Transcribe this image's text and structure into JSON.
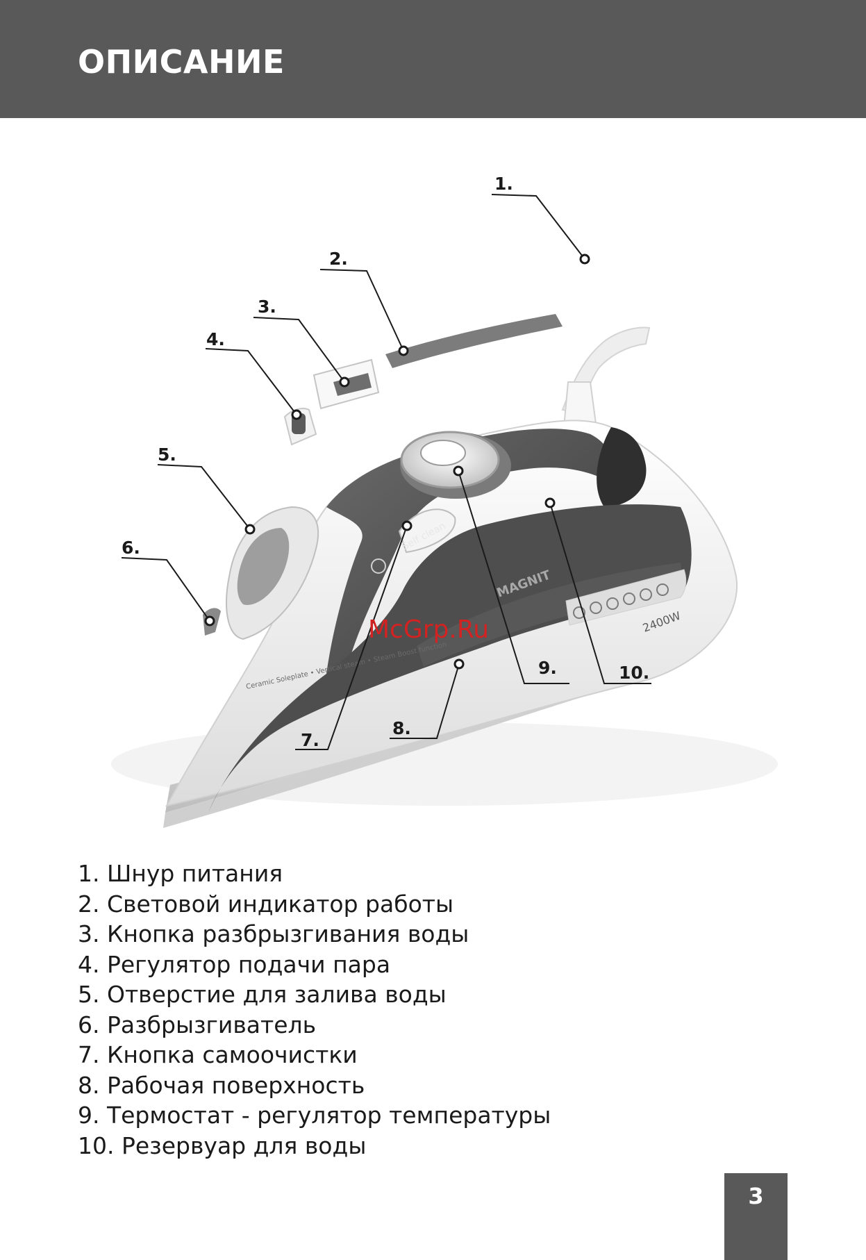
{
  "header": {
    "title": "ОПИСАНИЕ"
  },
  "figure": {
    "callouts": [
      "1.",
      "2.",
      "3.",
      "4.",
      "5.",
      "6.",
      "7.",
      "8.",
      "9.",
      "10."
    ],
    "product_text": {
      "button": "Self clean",
      "power": "2400W",
      "brand": "MAGNIT",
      "features": "Ceramic Soleplate • Vertical steam • Steam Boost function"
    },
    "watermark": "McGrp.Ru"
  },
  "parts": [
    "1. Шнур питания",
    "2. Световой индикатор работы",
    "3. Кнопка разбрызгивания воды",
    "4. Регулятор подачи пара",
    "5. Отверстие для залива воды",
    "6. Разбрызгиватель",
    "7. Кнопка самоочистки",
    "8. Рабочая поверхность",
    "9. Термостат - регулятор температуры",
    "10. Резервуар для воды"
  ],
  "page_number": "3",
  "colors": {
    "band": "#595959",
    "iron_dark": "#4a4a4a",
    "iron_light": "#f2f2f2",
    "watermark": "#d22222"
  }
}
